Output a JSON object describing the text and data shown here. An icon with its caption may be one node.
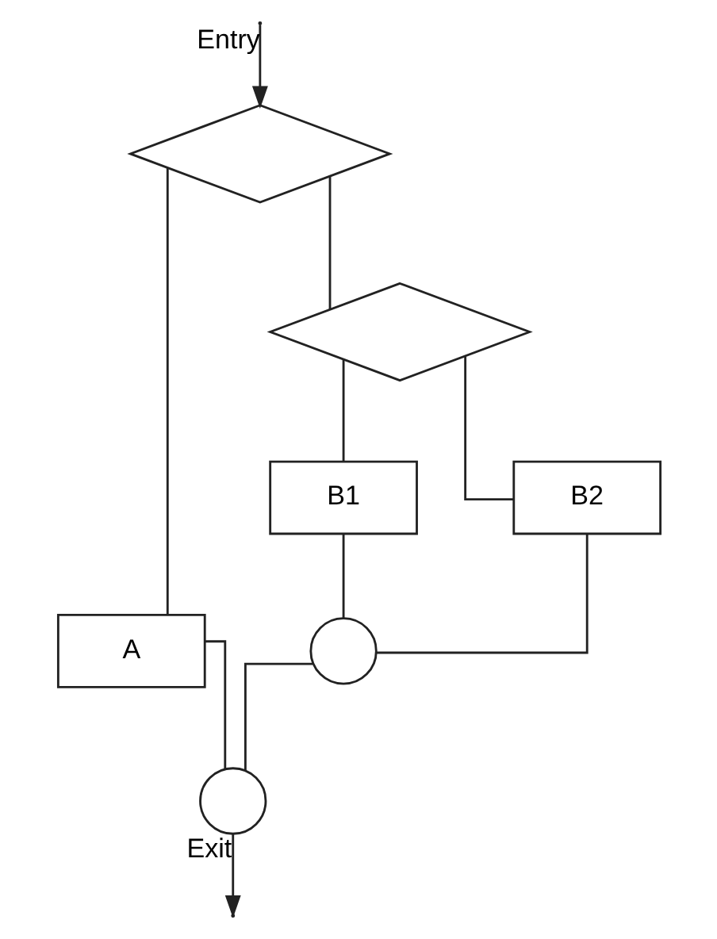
{
  "diagram": {
    "nodes": [
      {
        "text": [],
        "shape": "diamond"
      },
      {
        "text": [
          "A"
        ]
      },
      {
        "text": [],
        "shape": "diamond"
      },
      {
        "text": [
          "B1"
        ]
      },
      {
        "text": [
          "B2"
        ]
      },
      {
        "text": [],
        "shape": "circle"
      },
      {
        "text": [],
        "shape": "circle"
      }
    ],
    "edges": [
      {
        "from": null,
        "to": 0,
        "arrow": "to",
        "label": "Entry"
      },
      {
        "from": 0,
        "to": 1,
        "arrow": "none"
      },
      {
        "from": 0,
        "to": 2,
        "arrow": "none"
      },
      {
        "from": 2,
        "to": 3,
        "arrow": "none"
      },
      {
        "from": 2,
        "to": 4,
        "arrow": "none"
      },
      {
        "from": 3,
        "to": 5,
        "arrow": "none"
      },
      {
        "from": 4,
        "to": 5,
        "arrow": "none"
      },
      {
        "from": 1,
        "to": 6,
        "arrow": "none"
      },
      {
        "from": 5,
        "to": 6,
        "arrow": "none"
      },
      {
        "from": 6,
        "to": null,
        "arrow": "to",
        "label": "Exit"
      }
    ]
  }
}
